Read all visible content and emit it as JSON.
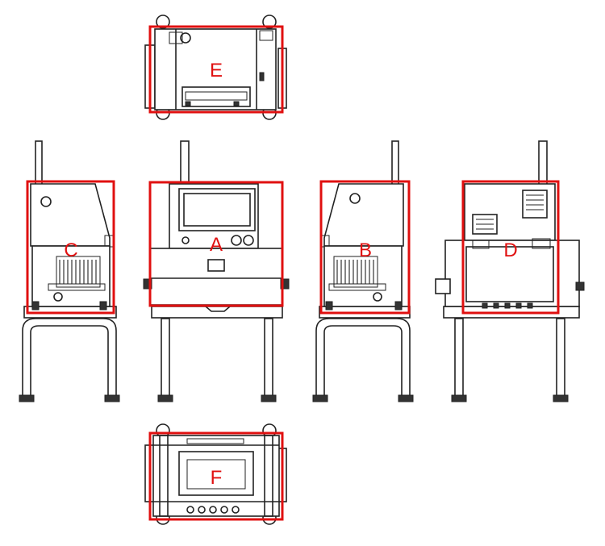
{
  "frame_color": "#e01010",
  "label_color": "#e01010",
  "line_color": "#222222",
  "views": [
    {
      "id": "top",
      "label": "E"
    },
    {
      "id": "front",
      "label": "A"
    },
    {
      "id": "right-side",
      "label": "B"
    },
    {
      "id": "left-side",
      "label": "C"
    },
    {
      "id": "rear",
      "label": "D"
    },
    {
      "id": "bottom",
      "label": "F"
    }
  ]
}
